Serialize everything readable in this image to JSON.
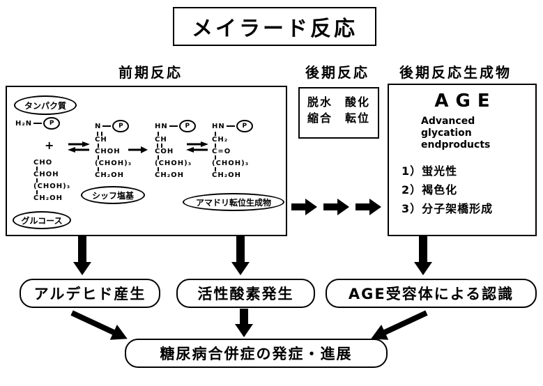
{
  "colors": {
    "ink": "#000000",
    "background": "#ffffff"
  },
  "title": "メイラード反応",
  "headers": {
    "early": "前期反応",
    "late": "後期反応",
    "products": "後期反応生成物"
  },
  "early_box": {
    "protein": "タンパク質",
    "amine": "H₂N",
    "p": "P",
    "plus": "+",
    "n": "N",
    "hn": "HN",
    "glucose": "グルコース",
    "schiff": "シッフ塩基",
    "amadori": "アマドリ転位生成物",
    "structures": {
      "s1": [
        "CHO",
        "CHOH",
        "(CHOH)₃",
        "CH₂OH"
      ],
      "s2": [
        "CH",
        "CHOH",
        "(CHOH)₃",
        "CH₂OH"
      ],
      "s3": [
        "CH",
        "COH",
        "(CHOH)₃",
        "CH₂OH"
      ],
      "s4": [
        "CH₂",
        "C=O",
        "(CHOH)₃",
        "CH₂OH"
      ]
    }
  },
  "late_box": {
    "line1": "脱水　酸化",
    "line2": "縮合　転位"
  },
  "products_box": {
    "age": "AGE",
    "age_full": [
      "Advanced",
      "glycation",
      "endproducts"
    ],
    "items": [
      "1）蛍光性",
      "2）褐色化",
      "3）分子架橋形成"
    ]
  },
  "outcomes": [
    "アルデヒド産生",
    "活性酸素発生",
    "AGE受容体による認識"
  ],
  "result": "糖尿病合併症の発症・進展"
}
